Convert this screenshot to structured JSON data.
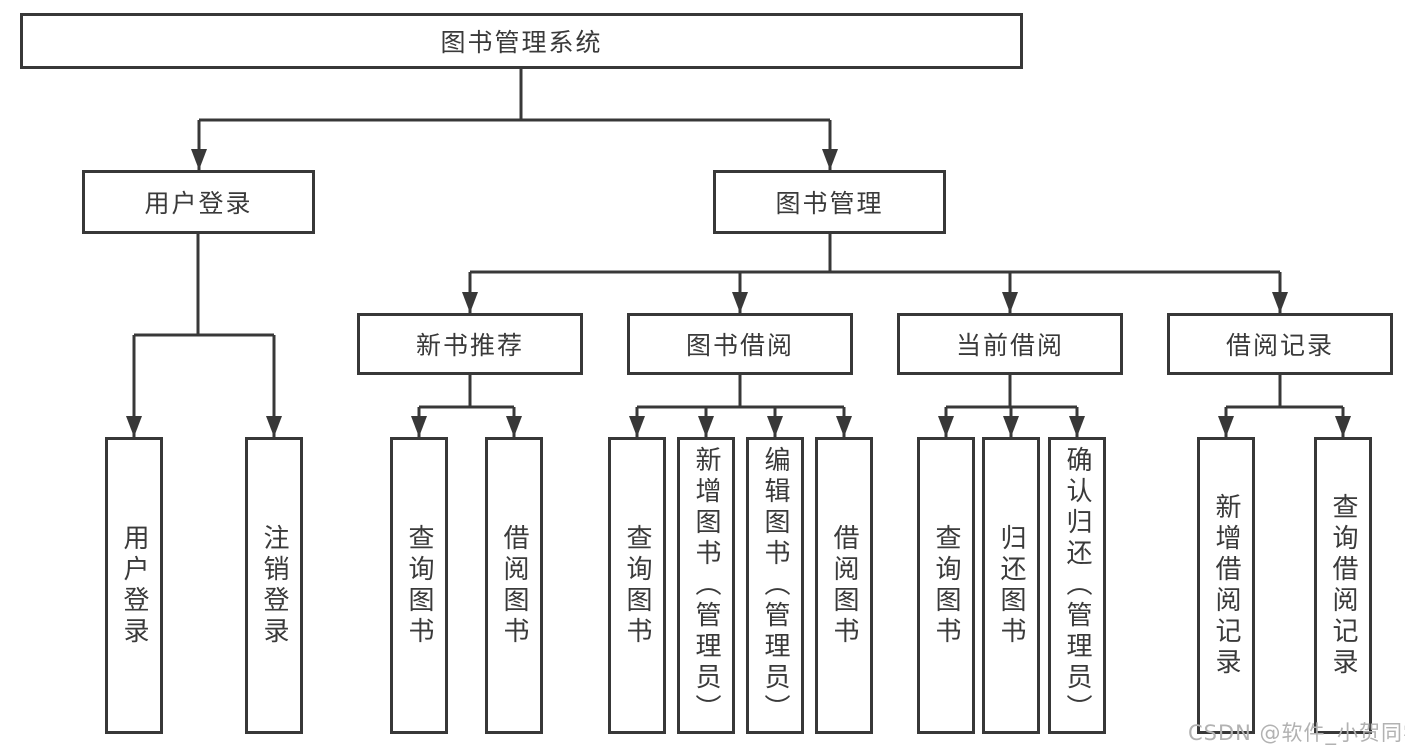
{
  "diagram": {
    "root": {
      "label": "图书管理系统"
    },
    "branches": [
      {
        "label": "用户登录",
        "children": [
          {
            "label": "用户登录"
          },
          {
            "label": "注销登录"
          }
        ]
      },
      {
        "label": "图书管理",
        "children": [
          {
            "label": "新书推荐",
            "children": [
              {
                "label": "查询图书"
              },
              {
                "label": "借阅图书"
              }
            ]
          },
          {
            "label": "图书借阅",
            "children": [
              {
                "label": "查询图书"
              },
              {
                "label": "新增图书（管理员）"
              },
              {
                "label": "编辑图书（管理员）"
              },
              {
                "label": "借阅图书"
              }
            ]
          },
          {
            "label": "当前借阅",
            "children": [
              {
                "label": "查询图书"
              },
              {
                "label": "归还图书"
              },
              {
                "label": "确认归还（管理员）"
              }
            ]
          },
          {
            "label": "借阅记录",
            "children": [
              {
                "label": "新增借阅记录"
              },
              {
                "label": "查询借阅记录"
              }
            ]
          }
        ]
      }
    ]
  },
  "watermark": {
    "text": "CSDN @软件_小贺同学"
  },
  "colors": {
    "line": "#383838",
    "box_border": "#383838",
    "text": "#3a3a3a",
    "watermark": "#b2b2b2",
    "background": "#ffffff"
  }
}
